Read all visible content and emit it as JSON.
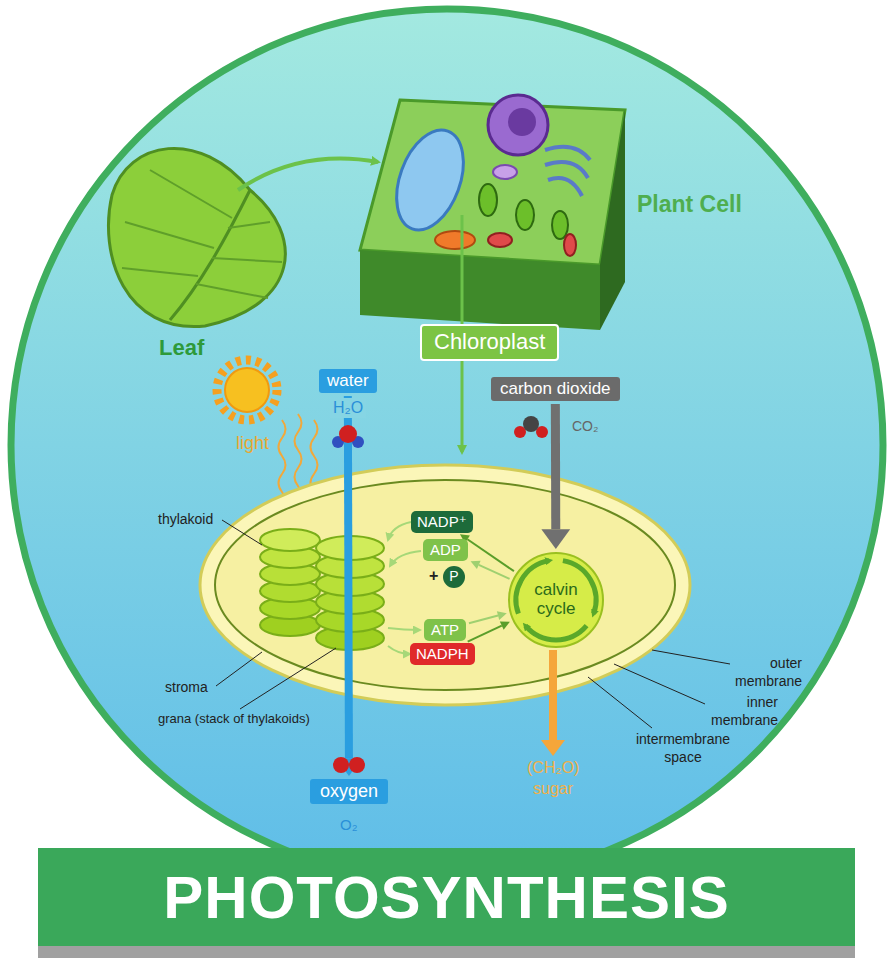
{
  "diagram": {
    "title": "PHOTOSYNTHESIS",
    "nodes": [
      {
        "text": [
          "Chloroplast"
        ]
      },
      {
        "text": [
          "water"
        ]
      },
      {
        "text": [
          "carbon dioxide"
        ]
      },
      {
        "text": [
          "NADP⁺"
        ]
      },
      {
        "text": [
          "ADP"
        ]
      },
      {
        "text": [
          "P"
        ]
      },
      {
        "text": [
          "calvin cycle"
        ]
      },
      {
        "text": [
          "ATP"
        ]
      },
      {
        "text": [
          "NADPH"
        ]
      },
      {
        "text": [
          "oxygen"
        ]
      }
    ],
    "edges": [
      {
        "from": 1,
        "to": 9,
        "arrow": "to"
      },
      {
        "from": 2,
        "to": 6,
        "arrow": "to"
      },
      {
        "from": 6,
        "to": 3,
        "arrow": "to"
      },
      {
        "from": 6,
        "to": 4,
        "arrow": "to"
      },
      {
        "from": 7,
        "to": 6,
        "arrow": "to"
      },
      {
        "from": 8,
        "to": 6,
        "arrow": "to"
      }
    ],
    "labels": [
      "Leaf",
      "Plant Cell",
      "light",
      "H₂O",
      "CO₂",
      "thylakoid",
      "stroma",
      "grana (stack of thylakoids)",
      "outer membrane",
      "inner membrane",
      "intermembrane space",
      "O₂",
      "(CH₂O)",
      "sugar",
      "+"
    ]
  }
}
